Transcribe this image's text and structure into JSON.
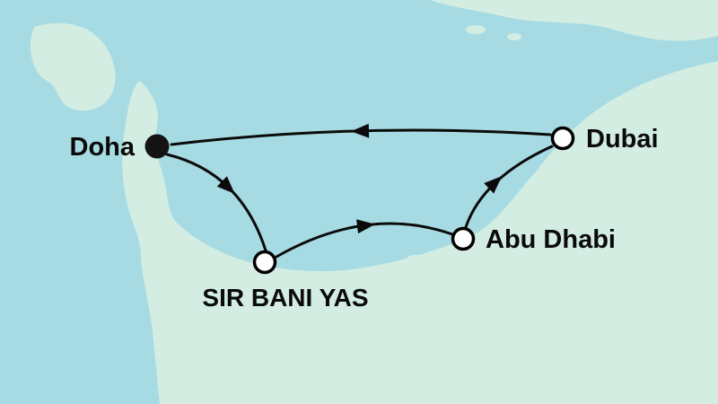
{
  "map": {
    "type": "cruise-itinerary-map",
    "region": "Persian Gulf",
    "colors": {
      "sea": "#a7dbe3",
      "land": "#d3ede3",
      "route": "#0b0b0b",
      "marker_fill": "#ffffff",
      "marker_stroke": "#000000",
      "start_marker_fill": "#141414"
    },
    "ports": {
      "doha": {
        "label": "Doha",
        "marker": "start-filled",
        "label_position": "left"
      },
      "dubai": {
        "label": "Dubai",
        "marker": "stop-open",
        "label_position": "right"
      },
      "abu_dhabi": {
        "label": "Abu Dhabi",
        "marker": "stop-open",
        "label_position": "right"
      },
      "sir_bani_yas": {
        "label": "SIR BANI YAS",
        "marker": "stop-open",
        "label_position": "below"
      }
    },
    "routes": [
      {
        "from": "Doha",
        "to": "Sir Bani Yas",
        "direction_arrow": "southeast"
      },
      {
        "from": "Sir Bani Yas",
        "to": "Abu Dhabi",
        "direction_arrow": "east"
      },
      {
        "from": "Abu Dhabi",
        "to": "Dubai",
        "direction_arrow": "northeast"
      },
      {
        "from": "Dubai",
        "to": "Doha",
        "direction_arrow": "west"
      }
    ]
  }
}
